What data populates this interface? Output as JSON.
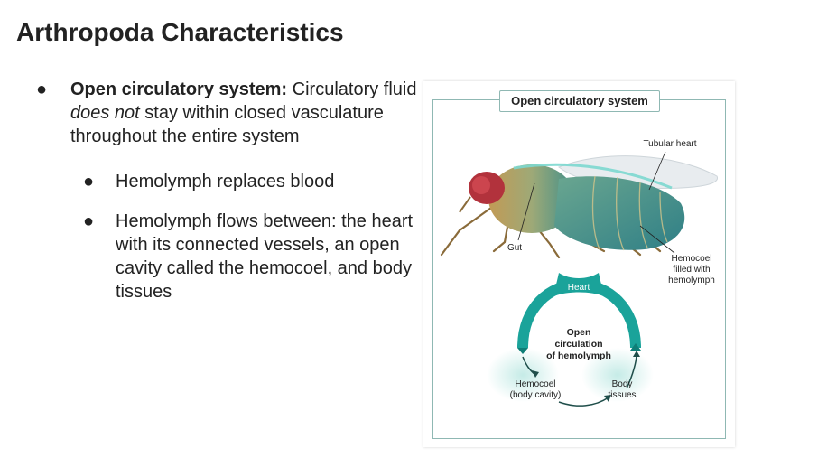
{
  "slide": {
    "title": "Arthropoda Characteristics"
  },
  "bullets": {
    "main": {
      "bold": "Open circulatory system:",
      "text1": " Circulatory fluid ",
      "italic": "does not",
      "text2": " stay within closed vasculature throughout the entire system"
    },
    "sub1": "Hemolymph replaces blood",
    "sub2": "Hemolymph flows between: the heart with its connected vessels, an open cavity called the hemocoel, and body tissues"
  },
  "figure": {
    "title": "Open circulatory system",
    "labels": {
      "tubular_heart": "Tubular heart",
      "gut": "Gut",
      "hemocoel_filled_1": "Hemocoel",
      "hemocoel_filled_2": "filled with",
      "hemocoel_filled_3": "hemolymph",
      "heart": "Heart",
      "center_1": "Open",
      "center_2": "circulation",
      "center_3": "of hemolymph",
      "hemocoel_1": "Hemocoel",
      "hemocoel_2": "(body cavity)",
      "body_1": "Body",
      "body_2": "tissues"
    },
    "colors": {
      "frame": "#8fb8b3",
      "cycle": "#1aa39a",
      "fly_body": "#b7a46a",
      "fly_head": "#b2323c"
    }
  }
}
